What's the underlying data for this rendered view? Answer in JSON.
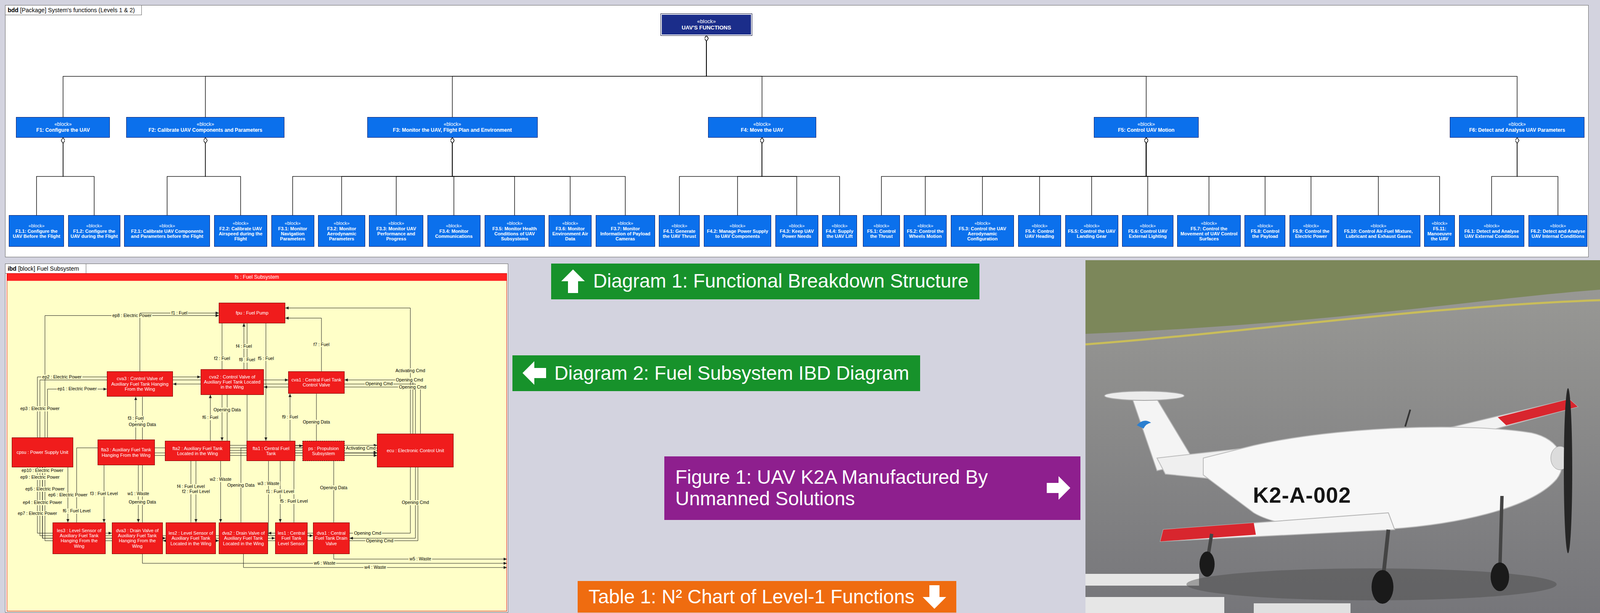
{
  "diagram": {
    "nodes": [
      {
        "text": [
          "bdd",
          "[Package] System's functions (Levels 1 & 2)"
        ]
      },
      {
        "text": [
          "«block»",
          "UAV'S FUNCTIONS"
        ],
        "in": 0
      },
      {
        "text": [
          "«block»",
          "F1: Configure the UAV"
        ],
        "in": 0
      },
      {
        "text": [
          "«block»",
          "F2: Calibrate UAV Components and Parameters"
        ],
        "in": 0
      },
      {
        "text": [
          "«block»",
          "F3: Monitor the UAV, Flight Plan and Environment"
        ],
        "in": 0
      },
      {
        "text": [
          "«block»",
          "F4: Move the UAV"
        ],
        "in": 0
      },
      {
        "text": [
          "«block»",
          "F5: Control UAV Motion"
        ],
        "in": 0
      },
      {
        "text": [
          "«block»",
          "F6: Detect and Analyse UAV Parameters"
        ],
        "in": 0
      },
      {
        "text": [
          "«block»",
          "F1.1: Configure the UAV Before the Flight"
        ],
        "in": 0
      },
      {
        "text": [
          "«block»",
          "F1.2: Configure the UAV during the Flight"
        ],
        "in": 0
      },
      {
        "text": [
          "«block»",
          "F2.1: Calibrate UAV Components and Parameters before the Flight"
        ],
        "in": 0
      },
      {
        "text": [
          "«block»",
          "F2.2: Calibrate UAV Airspeed during the Flight"
        ],
        "in": 0
      },
      {
        "text": [
          "«block»",
          "F3.1: Monitor Navigation Parameters"
        ],
        "in": 0
      },
      {
        "text": [
          "«block»",
          "F3.2: Monitor Aerodynamic Parameters"
        ],
        "in": 0
      },
      {
        "text": [
          "«block»",
          "F3.3: Monitor UAV Performance and Progress"
        ],
        "in": 0
      },
      {
        "text": [
          "«block»",
          "F3.4: Monitor Communications"
        ],
        "in": 0
      },
      {
        "text": [
          "«block»",
          "F3.5: Monitor Health Conditions of UAV Subsystems"
        ],
        "in": 0
      },
      {
        "text": [
          "«block»",
          "F3.6: Monitor Environment Air Data"
        ],
        "in": 0
      },
      {
        "text": [
          "«block»",
          "F3.7: Monitor Information of Payload Cameras"
        ],
        "in": 0
      },
      {
        "text": [
          "«block»",
          "F4.1: Generate the UAV Thrust"
        ],
        "in": 0
      },
      {
        "text": [
          "«block»",
          "F4.2: Manage Power Supply to UAV Components"
        ],
        "in": 0
      },
      {
        "text": [
          "«block»",
          "F4.3: Keep UAV Power Needs"
        ],
        "in": 0
      },
      {
        "text": [
          "«block»",
          "F4.4: Supply the UAV Lift"
        ],
        "in": 0
      },
      {
        "text": [
          "«block»",
          "F5.1: Control the Thrust"
        ],
        "in": 0
      },
      {
        "text": [
          "«block»",
          "F5.2: Control the Wheels Motion"
        ],
        "in": 0
      },
      {
        "text": [
          "«block»",
          "F5.3: Control the UAV Aerodynamic Configuration"
        ],
        "in": 0
      },
      {
        "text": [
          "«block»",
          "F5.4: Control UAV Heading"
        ],
        "in": 0
      },
      {
        "text": [
          "«block»",
          "F5.5: Control the UAV Landing Gear"
        ],
        "in": 0
      },
      {
        "text": [
          "«block»",
          "F5.6: Control UAV External Lighting"
        ],
        "in": 0
      },
      {
        "text": [
          "«block»",
          "F5.7: Control the Movement of UAV Control Surfaces"
        ],
        "in": 0
      },
      {
        "text": [
          "«block»",
          "F5.8: Control the Payload"
        ],
        "in": 0
      },
      {
        "text": [
          "«block»",
          "F5.9: Control the Electric Power"
        ],
        "in": 0
      },
      {
        "text": [
          "«block»",
          "F5.10: Control Air-Fuel Mixture, Lubricant and Exhaust Gases"
        ],
        "in": 0
      },
      {
        "text": [
          "«block»",
          "F5.11: Manoeuvre the UAV"
        ],
        "in": 0
      },
      {
        "text": [
          "«block»",
          "F6.1: Detect and Analyse UAV External Conditions"
        ],
        "in": 0
      },
      {
        "text": [
          "«block»",
          "F6.2: Detect and Analyse UAV Internal Conditions"
        ],
        "in": 0
      },
      {
        "text": [
          "ibd",
          "[block] Fuel Subsystem"
        ]
      },
      {
        "text": [
          "fs : Fuel Subsystem"
        ],
        "in": 36
      },
      {
        "text": [
          "fpu : Fuel Pump"
        ],
        "in": 37
      },
      {
        "text": [
          "cva3 : Control Valve of Auxiliary Fuel Tank Hanging From the Wing"
        ],
        "in": 37
      },
      {
        "text": [
          "cva2 : Control Valve of Auxiliary Fuel Tank Located in the Wing"
        ],
        "in": 37
      },
      {
        "text": [
          "cva1 : Central Fuel Tank Control Valve"
        ],
        "in": 37
      },
      {
        "text": [
          "cpsu : Power Supply Unit"
        ],
        "in": 37
      },
      {
        "text": [
          "fta3 : Auxiliary Fuel Tank Hanging From the Wing"
        ],
        "in": 37
      },
      {
        "text": [
          "fta2 : Auxiliary Fuel Tank Located in the Wing"
        ],
        "in": 37
      },
      {
        "text": [
          "fta1 : Central Fuel Tank"
        ],
        "in": 37
      },
      {
        "text": [
          "ps : Propulsion Subsystem"
        ],
        "in": 37
      },
      {
        "text": [
          "ecu : Electronic Control Unit"
        ],
        "in": 37
      },
      {
        "text": [
          "les3 : Level Sensor of Auxiliary Fuel Tank Hanging From the Wing"
        ],
        "in": 37
      },
      {
        "text": [
          "dva3 : Drain Valve of Auxiliary Fuel Tank Hanging From the Wing"
        ],
        "in": 37
      },
      {
        "text": [
          "les2 : Level Sensor of Auxiliary Fuel Tank Located in the Wing"
        ],
        "in": 37
      },
      {
        "text": [
          "dva2 : Drain Valve of Auxiliary Fuel Tank Located in the Wing"
        ],
        "in": 37
      },
      {
        "text": [
          "les1 : Central Fuel Tank Level Sensor"
        ],
        "in": 37
      },
      {
        "text": [
          "dva1 : Central Fuel Tank Drain Valve"
        ],
        "in": 37
      },
      {
        "text": [
          "Diagram 1: Functional Breakdown Structure"
        ]
      },
      {
        "text": [
          "Diagram 2: Fuel Subsystem IBD Diagram"
        ]
      },
      {
        "text": [
          "Figure 1: UAV K2A Manufactured By Unmanned Solutions"
        ]
      },
      {
        "text": [
          "Table 1: N² Chart of Level-1 Functions"
        ]
      }
    ],
    "edges": [
      {
        "from": 2,
        "to": 1,
        "arrow": "to"
      },
      {
        "from": 3,
        "to": 1,
        "arrow": "to"
      },
      {
        "from": 4,
        "to": 1,
        "arrow": "to"
      },
      {
        "from": 5,
        "to": 1,
        "arrow": "to"
      },
      {
        "from": 6,
        "to": 1,
        "arrow": "to"
      },
      {
        "from": 7,
        "to": 1,
        "arrow": "to"
      },
      {
        "from": 8,
        "to": 2,
        "arrow": "to"
      },
      {
        "from": 9,
        "to": 2,
        "arrow": "to"
      },
      {
        "from": 10,
        "to": 3,
        "arrow": "to"
      },
      {
        "from": 11,
        "to": 3,
        "arrow": "to"
      },
      {
        "from": 12,
        "to": 4,
        "arrow": "to"
      },
      {
        "from": 13,
        "to": 4,
        "arrow": "to"
      },
      {
        "from": 14,
        "to": 4,
        "arrow": "to"
      },
      {
        "from": 15,
        "to": 4,
        "arrow": "to"
      },
      {
        "from": 16,
        "to": 4,
        "arrow": "to"
      },
      {
        "from": 17,
        "to": 4,
        "arrow": "to"
      },
      {
        "from": 18,
        "to": 4,
        "arrow": "to"
      },
      {
        "from": 19,
        "to": 5,
        "arrow": "to"
      },
      {
        "from": 20,
        "to": 5,
        "arrow": "to"
      },
      {
        "from": 21,
        "to": 5,
        "arrow": "to"
      },
      {
        "from": 22,
        "to": 5,
        "arrow": "to"
      },
      {
        "from": 23,
        "to": 6,
        "arrow": "to"
      },
      {
        "from": 24,
        "to": 6,
        "arrow": "to"
      },
      {
        "from": 25,
        "to": 6,
        "arrow": "to"
      },
      {
        "from": 26,
        "to": 6,
        "arrow": "to"
      },
      {
        "from": 27,
        "to": 6,
        "arrow": "to"
      },
      {
        "from": 28,
        "to": 6,
        "arrow": "to"
      },
      {
        "from": 29,
        "to": 6,
        "arrow": "to"
      },
      {
        "from": 30,
        "to": 6,
        "arrow": "to"
      },
      {
        "from": 31,
        "to": 6,
        "arrow": "to"
      },
      {
        "from": 32,
        "to": 6,
        "arrow": "to"
      },
      {
        "from": 33,
        "to": 6,
        "arrow": "to"
      },
      {
        "from": 34,
        "to": 7,
        "arrow": "to"
      },
      {
        "from": 35,
        "to": 7,
        "arrow": "to"
      },
      {
        "from": 43,
        "to": 39,
        "label": "f3 : Fuel",
        "arrow": "to"
      },
      {
        "from": 44,
        "to": 40,
        "label": "f6 : Fuel",
        "arrow": "to"
      },
      {
        "from": 45,
        "to": 41,
        "label": "f9 : Fuel",
        "arrow": "to"
      },
      {
        "from": 39,
        "to": 38,
        "label": "f1 : Fuel",
        "arrow": "to"
      },
      {
        "from": 40,
        "to": 38,
        "label": "f4 : Fuel",
        "arrow": "to"
      },
      {
        "from": 41,
        "to": 38,
        "label": "f7 : Fuel",
        "arrow": "to"
      },
      {
        "from": 38,
        "to": 46,
        "label": "f8 : Fuel",
        "arrow": "to"
      },
      {
        "from": 38,
        "to": 44,
        "label": "f2 : Fuel",
        "arrow": "to"
      },
      {
        "from": 38,
        "to": 45,
        "label": "f5 : Fuel",
        "arrow": "to"
      },
      {
        "from": 42,
        "to": 38,
        "label": "ep8 : Electric Power",
        "arrow": "to"
      },
      {
        "from": 42,
        "to": 39,
        "label": "ep1 : Electric Power",
        "arrow": "to"
      },
      {
        "from": 42,
        "to": 40,
        "label": "ep2 : Electric Power",
        "arrow": "to"
      },
      {
        "from": 42,
        "to": 41,
        "label": "ep3 : Electric Power",
        "arrow": "to"
      },
      {
        "from": 42,
        "to": 50,
        "label": "ep4 : Electric Power",
        "arrow": "to"
      },
      {
        "from": 42,
        "to": 51,
        "label": "ep5 : Electric Power",
        "arrow": "to"
      },
      {
        "from": 42,
        "to": 48,
        "label": "ep6 : Electric Power",
        "arrow": "to"
      },
      {
        "from": 42,
        "to": 49,
        "label": "ep7 : Electric Power",
        "arrow": "to"
      },
      {
        "from": 42,
        "to": 53,
        "label": "ep9 : Electric Power",
        "arrow": "to"
      },
      {
        "from": 42,
        "to": 52,
        "label": "ep10 : Electric Power",
        "arrow": "to"
      },
      {
        "from": 43,
        "to": 48,
        "label": "f3 : Fuel Level",
        "arrow": "to"
      },
      {
        "from": 44,
        "to": 50,
        "label": "f2 : Fuel Level",
        "arrow": "to"
      },
      {
        "from": 45,
        "to": 52,
        "label": "f1 : Fuel Level",
        "arrow": "to"
      },
      {
        "from": 48,
        "to": 47,
        "label": "f6 : Fuel Level",
        "arrow": "to"
      },
      {
        "from": 50,
        "to": 47,
        "label": "f4 : Fuel Level",
        "arrow": "to"
      },
      {
        "from": 52,
        "to": 47,
        "label": "f5 : Fuel Level",
        "arrow": "to"
      },
      {
        "from": 43,
        "to": 49,
        "label": "w1 : Waste",
        "arrow": "to"
      },
      {
        "from": 44,
        "to": 51,
        "label": "w2 : Waste",
        "arrow": "to"
      },
      {
        "from": 45,
        "to": 53,
        "label": "w3 : Waste",
        "arrow": "to"
      },
      {
        "from": 51,
        "to": 37,
        "label": "w4 : Waste",
        "arrow": "to"
      },
      {
        "from": 53,
        "to": 37,
        "label": "w5 : Waste",
        "arrow": "to"
      },
      {
        "from": 49,
        "to": 37,
        "label": "w6 : Waste",
        "arrow": "to"
      },
      {
        "from": 47,
        "to": 38,
        "label": "Activating Cmd",
        "arrow": "to"
      },
      {
        "from": 47,
        "to": 46,
        "label": "Activating Cmd",
        "arrow": "to"
      },
      {
        "from": 47,
        "to": 39,
        "label": "Opening Cmd",
        "arrow": "to"
      },
      {
        "from": 39,
        "to": 47,
        "label": "Opening Data",
        "arrow": "to"
      },
      {
        "from": 47,
        "to": 40,
        "label": "Opening Cmd",
        "arrow": "to"
      },
      {
        "from": 40,
        "to": 47,
        "label": "Opening Data",
        "arrow": "to"
      },
      {
        "from": 47,
        "to": 41,
        "label": "Opening Cmd",
        "arrow": "to"
      },
      {
        "from": 41,
        "to": 47,
        "label": "Opening Data",
        "arrow": "to"
      },
      {
        "from": 47,
        "to": 49,
        "label": "Opening Cmd",
        "arrow": "to"
      },
      {
        "from": 49,
        "to": 47,
        "label": "Opening Data",
        "arrow": "to"
      },
      {
        "from": 47,
        "to": 51,
        "label": "Opening Cmd",
        "arrow": "to"
      },
      {
        "from": 51,
        "to": 47,
        "label": "Opening Data",
        "arrow": "to"
      },
      {
        "from": 47,
        "to": 53,
        "label": "Opening Cmd",
        "arrow": "to"
      },
      {
        "from": 53,
        "to": 47,
        "label": "Opening Data",
        "arrow": "to"
      }
    ],
    "labels": [
      "K2-A-002"
    ]
  }
}
